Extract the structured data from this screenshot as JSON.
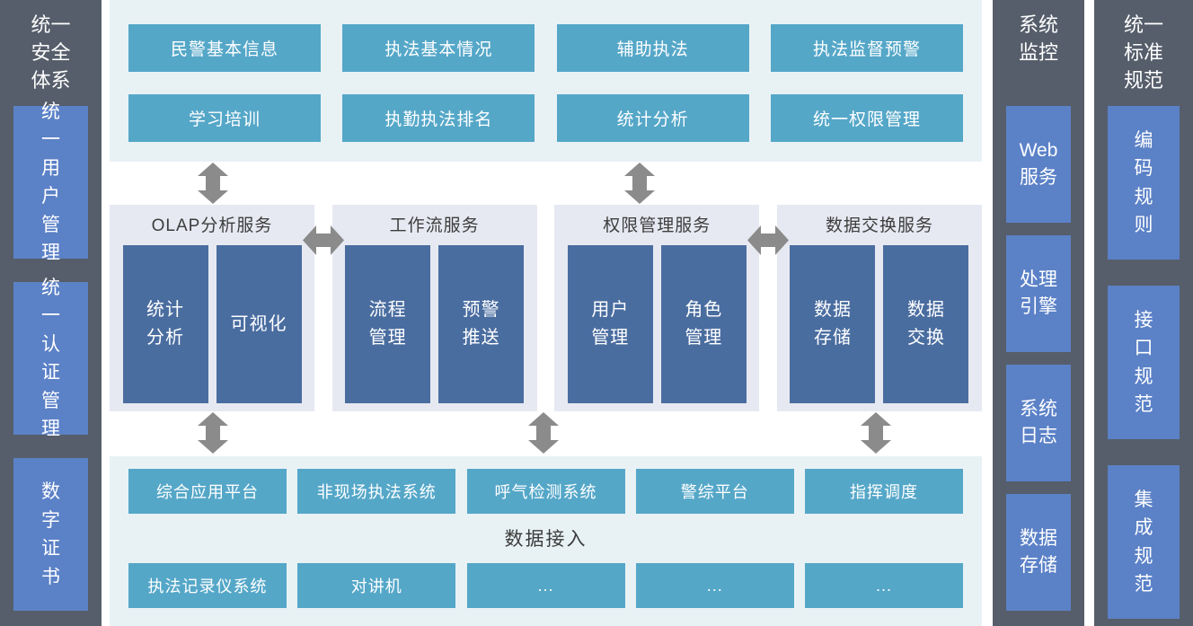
{
  "colors": {
    "teal": "#55a7c8",
    "layer_bg": "#e8f2f5",
    "group_bg": "#e7e9f2",
    "dark_blue": "#4a6da0",
    "sidebar_bg": "#565e6b",
    "sidebar_box": "#5b81c7",
    "arrow": "#8b8b8b",
    "title_text": "#3d3d3d"
  },
  "security_sidebar": {
    "title": "统一安全体系",
    "items": [
      "统一用户管理",
      "统一认证管理",
      "数字证书"
    ]
  },
  "application_layer": {
    "buttons": [
      "民警基本信息",
      "执法基本情况",
      "辅助执法",
      "执法监督预警",
      "学习培训",
      "执勤执法排名",
      "统计分析",
      "统一权限管理"
    ]
  },
  "service_layer": {
    "groups": [
      {
        "title": "OLAP分析服务",
        "items": [
          "统计\n分析",
          "可视化"
        ]
      },
      {
        "title": "工作流服务",
        "items": [
          "流程\n管理",
          "预警\n推送"
        ]
      },
      {
        "title": "权限管理服务",
        "items": [
          "用户\n管理",
          "角色\n管理"
        ]
      },
      {
        "title": "数据交换服务",
        "items": [
          "数据\n存储",
          "数据\n交换"
        ]
      }
    ]
  },
  "access_layer": {
    "row1": [
      "综合应用平台",
      "非现场执法系统",
      "呼气检测系统",
      "警综平台",
      "指挥调度"
    ],
    "label": "数据接入",
    "row2": [
      "执法记录仪系统",
      "对讲机",
      "...",
      "...",
      "..."
    ]
  },
  "monitor_sidebar": {
    "title": "系统监控",
    "items": [
      "Web服务",
      "处理引擎",
      "系统日志",
      "数据存储"
    ]
  },
  "standard_sidebar": {
    "title": "统一标准规范",
    "items": [
      "编码规则",
      "接口规范",
      "集成规范"
    ]
  }
}
